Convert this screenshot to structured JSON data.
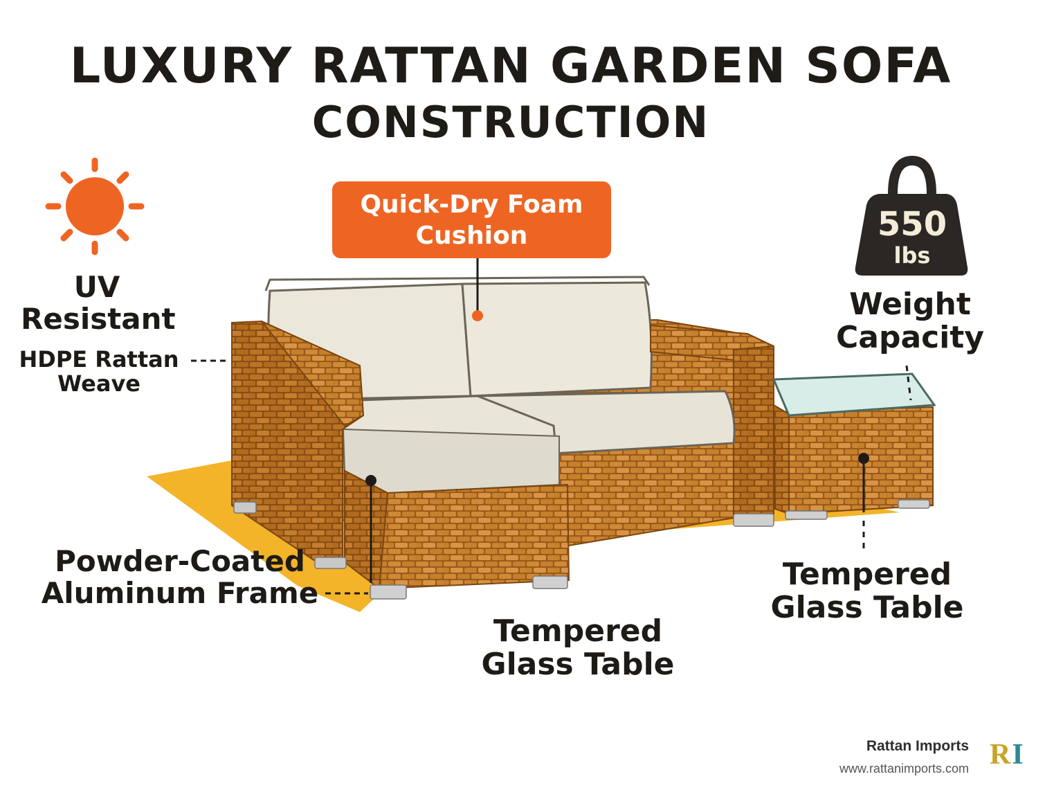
{
  "title": {
    "line1": "LUXURY RATTAN GARDEN SOFA",
    "line2": "CONSTRUCTION"
  },
  "callouts": {
    "cushion": {
      "line1": "Quick-Dry Foam",
      "line2": "Cushion"
    },
    "uv": {
      "line1": "UV",
      "line2": "Resistant"
    },
    "weave": {
      "line1": "HDPE Rattan",
      "line2": "Weave"
    },
    "frame": {
      "line1": "Powder-Coated",
      "line2": "Aluminum Frame"
    },
    "weight": {
      "value": "550",
      "unit": "lbs",
      "line1": "Weight",
      "line2": "Capacity"
    },
    "glass_center": {
      "line1": "Tempered",
      "line2": "Glass Table"
    },
    "glass_right": {
      "line1": "Tempered",
      "line2": "Glass Table"
    }
  },
  "brand": {
    "name": "Rattan Imports",
    "url": "www.rattanimports.com",
    "logo_r": "R",
    "logo_i": "I"
  },
  "icons": [
    "sun-icon",
    "weight-icon"
  ],
  "colors": {
    "accent_orange": "#ee6523",
    "rattan": "#c8822c",
    "cushion": "#ece8dc",
    "floor_shadow": "#f3b42a",
    "weight_icon": "#2b2724",
    "logo_gold": "#c9a227",
    "logo_teal": "#2a8a92"
  }
}
